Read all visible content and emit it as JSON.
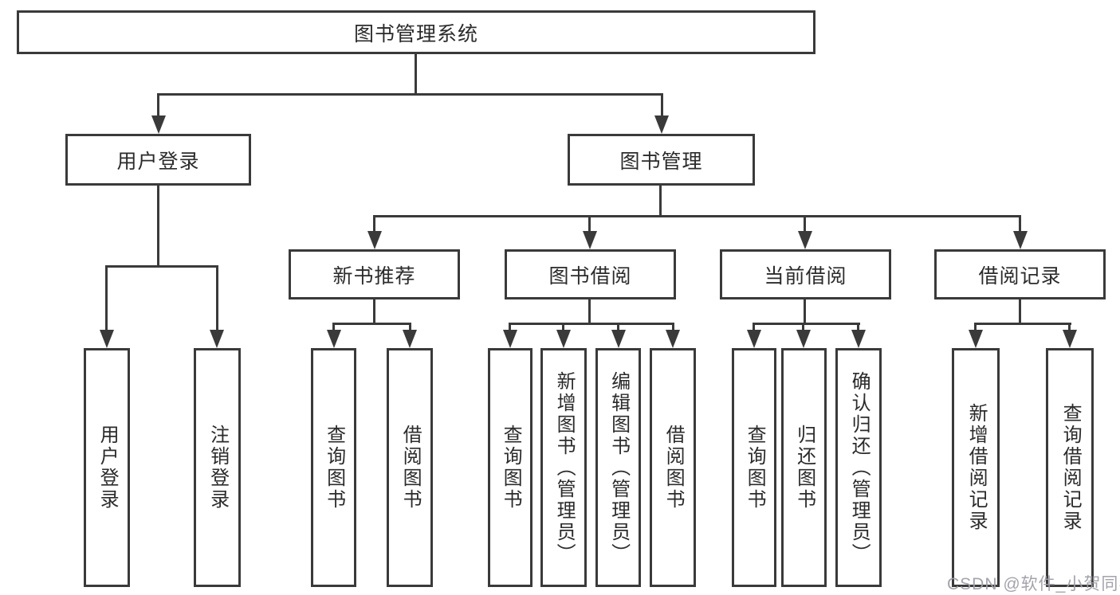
{
  "tree": {
    "root": {
      "label": "图书管理系统"
    },
    "level2": [
      {
        "label": "用户登录",
        "children": [
          {
            "label": "用户登录"
          },
          {
            "label": "注销登录"
          }
        ]
      },
      {
        "label": "图书管理",
        "groups": [
          {
            "label": "新书推荐",
            "children": [
              {
                "label": "查询图书"
              },
              {
                "label": "借阅图书"
              }
            ]
          },
          {
            "label": "图书借阅",
            "children": [
              {
                "label": "查询图书"
              },
              {
                "label": "新增图书（管理员）"
              },
              {
                "label": "编辑图书（管理员）"
              },
              {
                "label": "借阅图书"
              }
            ]
          },
          {
            "label": "当前借阅",
            "children": [
              {
                "label": "查询图书"
              },
              {
                "label": "归还图书"
              },
              {
                "label": "确认归还（管理员）"
              }
            ]
          },
          {
            "label": "借阅记录",
            "children": [
              {
                "label": "新增借阅记录"
              },
              {
                "label": "查询借阅记录"
              }
            ]
          }
        ]
      }
    ]
  },
  "watermark": {
    "text": "CSDN @软件_小贺同学"
  },
  "colors": {
    "line": "#3a3a3a",
    "text": "#2b2b2b",
    "watermark": "#9e9ea7",
    "background": "#ffffff"
  }
}
